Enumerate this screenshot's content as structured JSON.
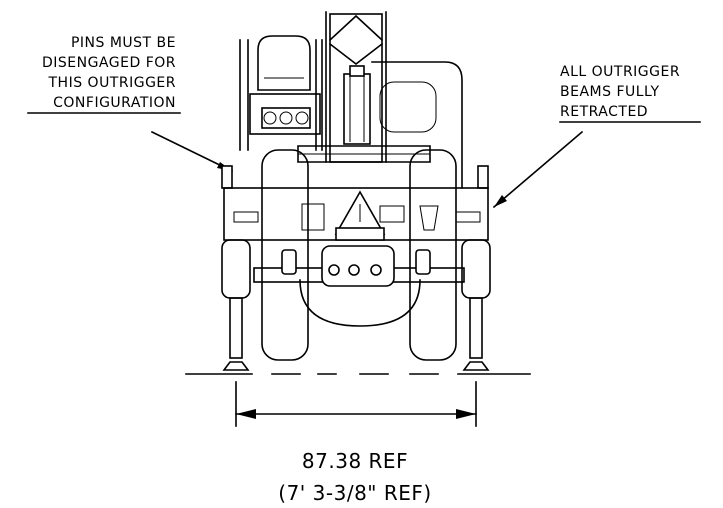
{
  "notes": {
    "left": [
      "PINS MUST BE",
      "DISENGAGED FOR",
      "THIS OUTRIGGER",
      "CONFIGURATION"
    ],
    "right": [
      "ALL OUTRIGGER",
      "BEAMS FULLY",
      "RETRACTED"
    ]
  },
  "dimension": {
    "value": "87.38 REF",
    "secondary": "(7' 3-3/8\" REF)"
  }
}
